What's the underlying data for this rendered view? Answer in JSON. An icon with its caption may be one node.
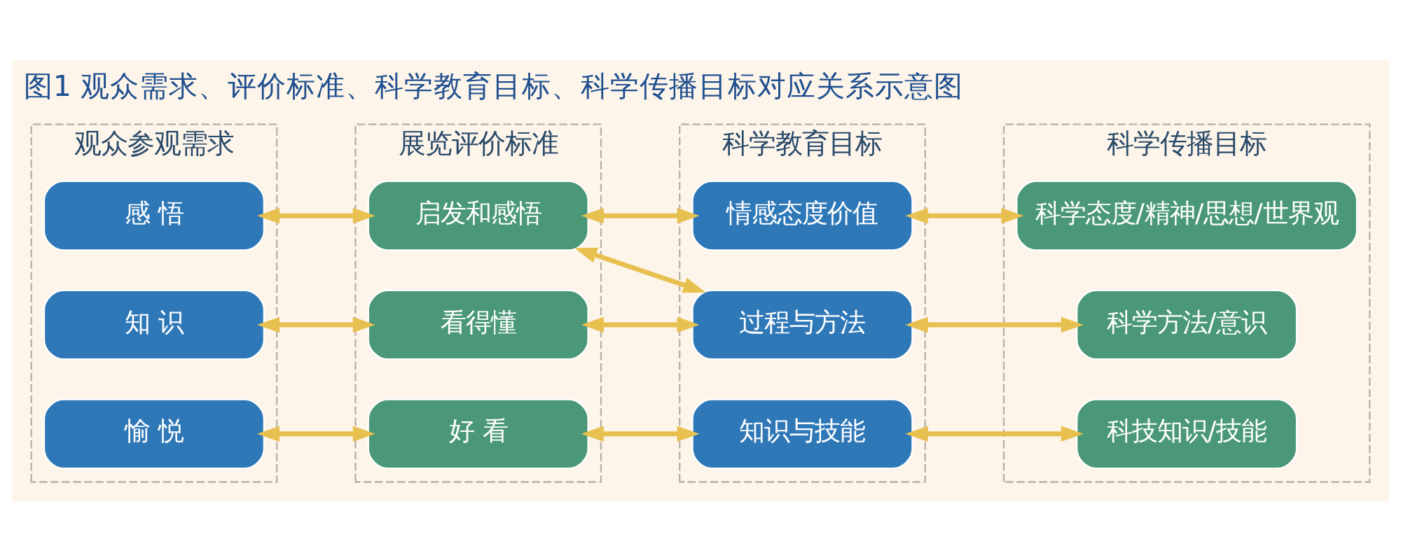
{
  "diagram": {
    "title": "图1 观众需求、评价标准、科学教育目标、科学传播目标对应关系示意图",
    "nodes": [
      {
        "text": [
          "观众参观需求"
        ]
      },
      {
        "text": [
          "愉 悦"
        ],
        "in": 0
      },
      {
        "text": [
          "知 识"
        ],
        "in": 0
      },
      {
        "text": [
          "感 悟"
        ],
        "in": 0
      },
      {
        "text": [
          "展览评价标准"
        ]
      },
      {
        "text": [
          "好 看"
        ],
        "in": 4
      },
      {
        "text": [
          "看得懂"
        ],
        "in": 4
      },
      {
        "text": [
          "启发和感悟"
        ],
        "in": 4
      },
      {
        "text": [
          "科学教育目标"
        ]
      },
      {
        "text": [
          "知识与技能"
        ],
        "in": 8
      },
      {
        "text": [
          "过程与方法"
        ],
        "in": 8
      },
      {
        "text": [
          "情感态度价值"
        ],
        "in": 8
      },
      {
        "text": [
          "科学传播目标"
        ]
      },
      {
        "text": [
          "科技知识/技能"
        ],
        "in": 12
      },
      {
        "text": [
          "科学方法/意识"
        ],
        "in": 12
      },
      {
        "text": [
          "科学态度/精神/思想/世界观"
        ],
        "in": 12
      }
    ],
    "edges": [
      {
        "from": 1,
        "to": 5,
        "arrow": "both"
      },
      {
        "from": 5,
        "to": 9,
        "arrow": "both"
      },
      {
        "from": 9,
        "to": 13,
        "arrow": "both"
      },
      {
        "from": 2,
        "to": 6,
        "arrow": "both"
      },
      {
        "from": 6,
        "to": 10,
        "arrow": "both"
      },
      {
        "from": 10,
        "to": 14,
        "arrow": "both"
      },
      {
        "from": 3,
        "to": 7,
        "arrow": "both"
      },
      {
        "from": 7,
        "to": 11,
        "arrow": "both"
      },
      {
        "from": 11,
        "to": 15,
        "arrow": "both"
      },
      {
        "from": 7,
        "to": 10,
        "arrow": "both"
      }
    ]
  }
}
